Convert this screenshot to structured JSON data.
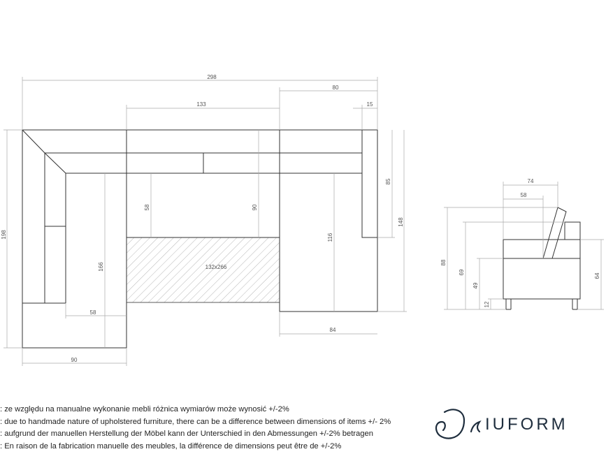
{
  "plan": {
    "dimensions": {
      "total_width": "298",
      "right_section_width": "80",
      "center_width": "133",
      "arm_width": "15",
      "total_depth": "198",
      "right_depth": "85",
      "right_chaise_depth": "148",
      "left_seat_length": "166",
      "seat_depth_center": "58",
      "seat_depth_90": "90",
      "right_seat_length": "116",
      "left_seat_depth": "58",
      "right_bottom_width": "84",
      "left_bottom_width": "90",
      "bed_size": "132x266"
    }
  },
  "side_view": {
    "dimensions": {
      "depth_total": "74",
      "seat_depth": "58",
      "height_total": "88",
      "back_height": "69",
      "seat_height": "49",
      "leg_height": "12",
      "arm_height": "64"
    }
  },
  "notes": [
    ": ze względu na manualne wykonanie mebli różnica wymiarów może wynosić +/-2%",
    ": due to handmade nature of upholstered furniture, there can be a difference between dimensions of items +/- 2%",
    ": aufgrund der manuellen Herstellung der Möbel kann der Unterschied in den Abmessungen +/-2% betragen",
    ": En raison de la fabrication manuelle des meubles, la différence de dimensions peut être de +/-2%"
  ],
  "brand": {
    "name": "IUFORM"
  },
  "colors": {
    "line": "#333333",
    "dimension_line": "#aaaaaa",
    "brand": "#1e2d3d"
  }
}
